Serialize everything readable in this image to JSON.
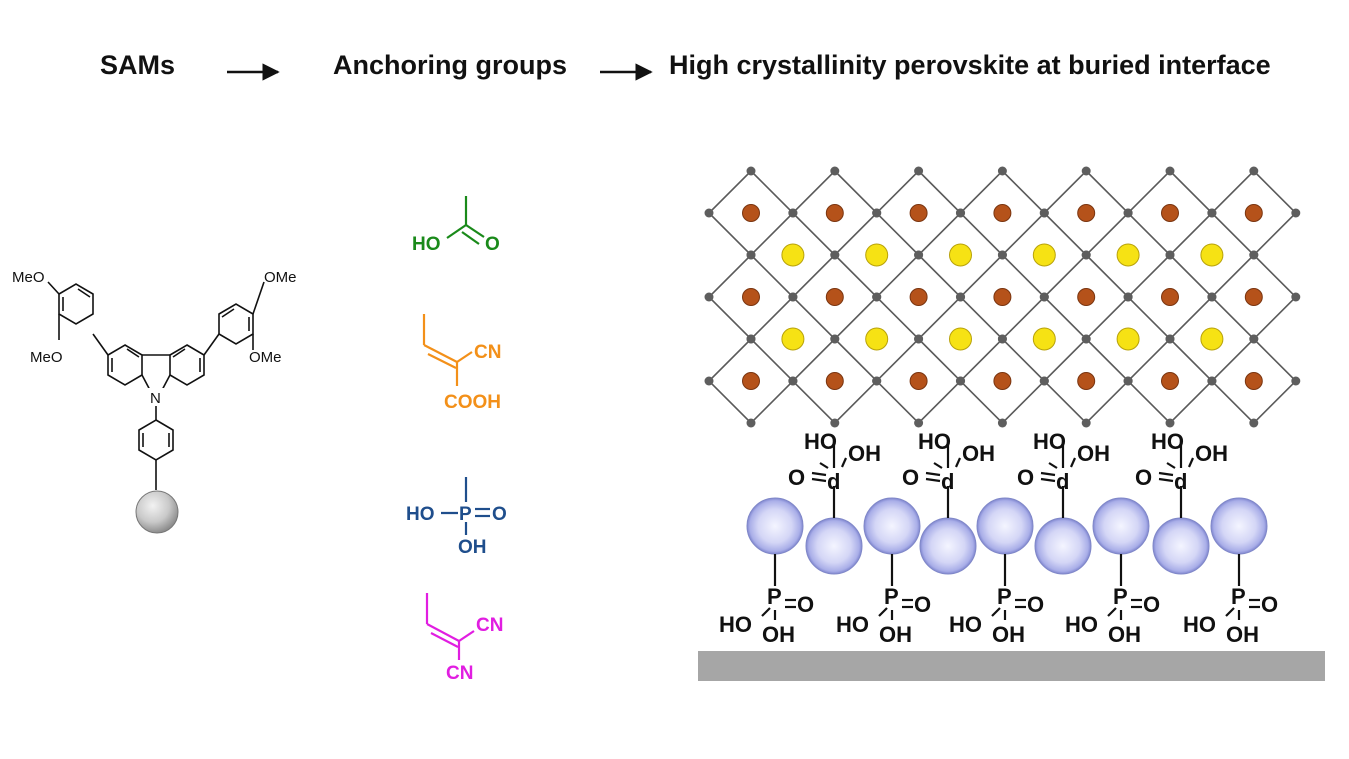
{
  "header": {
    "step1": "SAMs",
    "step2": "Anchoring groups",
    "step3": "High crystallinity perovskite at buried interface"
  },
  "sam_molecule": {
    "substituents": [
      "MeO",
      "MeO",
      "OMe",
      "OMe"
    ],
    "nitrogen": "N"
  },
  "anchoring_groups": [
    {
      "name": "carboxylic-acid",
      "color": "#1a8a1a",
      "labels": [
        "HO",
        "O"
      ]
    },
    {
      "name": "cyanoacrylic-acid",
      "color": "#f39019",
      "labels": [
        "CN",
        "COOH"
      ]
    },
    {
      "name": "phosphonic-acid",
      "color": "#1f4e8c",
      "labels": [
        "HO",
        "P",
        "O",
        "OH"
      ]
    },
    {
      "name": "dicyanovinyl",
      "color": "#e11ee1",
      "labels": [
        "CN",
        "CN"
      ]
    }
  ],
  "interface": {
    "upper_phosphonate": {
      "ho": "HO",
      "oh": "OH",
      "o": "O",
      "p": "d"
    },
    "lower_phosphonate": {
      "p": "P",
      "o": "O",
      "ho": "HO",
      "oh": "OH"
    },
    "colors": {
      "a_site": "#b5521a",
      "b_site": "#f6e214",
      "frame": "#5a5a5a",
      "substrate": "#a6a6a6"
    }
  }
}
